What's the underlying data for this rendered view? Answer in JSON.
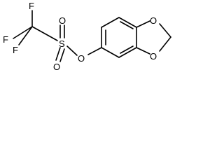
{
  "molecule": {
    "name": "3,4-(methylenedioxy)phenyl trifluoromethanesulfonate",
    "atoms": {
      "f_top": "F",
      "f_left": "F",
      "f_bottom": "F",
      "sulfur": "S",
      "o_sulfonyl_top": "O",
      "o_sulfonyl_bottom": "O",
      "o_ester": "O",
      "o_dioxole_top": "O",
      "o_dioxole_bottom": "O"
    }
  },
  "colors": {
    "bond": "#000000",
    "label": "#000000",
    "background": "#ffffff"
  }
}
